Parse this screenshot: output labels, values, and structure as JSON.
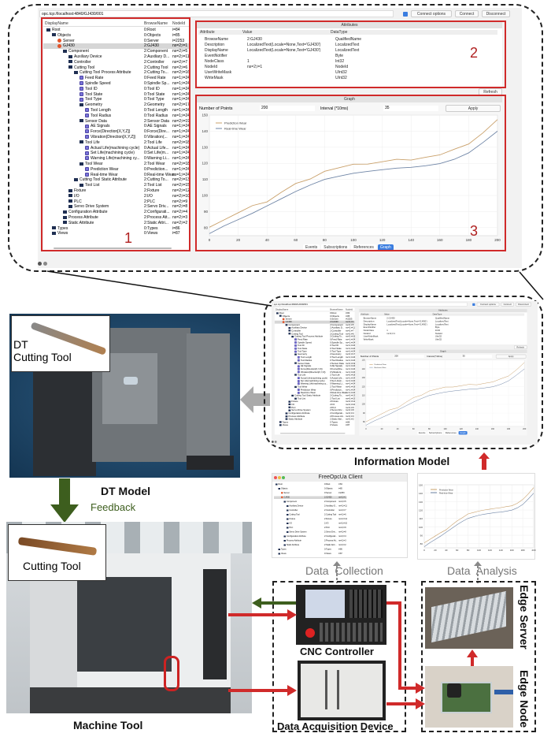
{
  "window": {
    "address": "opc.tcp://localhost:4840/GJ430/001",
    "connect_options": "Connect options",
    "connect": "Connect",
    "disconnect": "Disconnect",
    "title": "FreeOpcUa Client"
  },
  "tree": {
    "headers": [
      "DisplayName",
      "BrowseName",
      "NodeId"
    ],
    "rows": [
      {
        "l": 0,
        "n": "Root",
        "b": "0:Root",
        "id": "i=84",
        "t": "folder"
      },
      {
        "l": 1,
        "n": "Objects",
        "b": "0:Objects",
        "id": "i=85",
        "t": "folder"
      },
      {
        "l": 2,
        "n": "Server",
        "b": "0:Server",
        "id": "i=2253",
        "t": "object"
      },
      {
        "l": 2,
        "n": "GJ430",
        "b": "2:GJ430",
        "id": "ns=2;i=1",
        "t": "object",
        "sel": true
      },
      {
        "l": 3,
        "n": "Component",
        "b": "2:Component",
        "id": "ns=2;i=5",
        "t": "folder"
      },
      {
        "l": 4,
        "n": "Auxiliary Device",
        "b": "2:Auxiliary D...",
        "id": "ns=2;i=11",
        "t": "folder"
      },
      {
        "l": 4,
        "n": "Controller",
        "b": "2:Controller",
        "id": "ns=2;i=7",
        "t": "folder"
      },
      {
        "l": 4,
        "n": "Cutting Tool",
        "b": "2:Cutting Tool",
        "id": "ns=2;i=6",
        "t": "folder"
      },
      {
        "l": 5,
        "n": "Cutting Tool Process Attribute",
        "b": "2:Cutting To...",
        "id": "ns=2;i=16",
        "t": "folder"
      },
      {
        "l": 6,
        "n": "Feed Rate",
        "b": "0:Feed Rate",
        "id": "ns=1;i=24",
        "t": "var"
      },
      {
        "l": 6,
        "n": "Spindle Speed",
        "b": "0:Spindle Sp...",
        "id": "ns=1;i=24",
        "t": "var"
      },
      {
        "l": 6,
        "n": "Tool ID",
        "b": "0:Tool ID",
        "id": "ns=1;i=24",
        "t": "var"
      },
      {
        "l": 6,
        "n": "Tool State",
        "b": "0:Tool State",
        "id": "ns=1;i=24",
        "t": "var"
      },
      {
        "l": 6,
        "n": "Tool Type",
        "b": "0:Tool Type",
        "id": "ns=1;i=24",
        "t": "var"
      },
      {
        "l": 6,
        "n": "Geometry",
        "b": "2:Geometry",
        "id": "ns=2;i=17",
        "t": "folder"
      },
      {
        "l": 7,
        "n": "Tool Length",
        "b": "0:Tool Length",
        "id": "ns=1;i=24",
        "t": "var"
      },
      {
        "l": 7,
        "n": "Tool Radius",
        "b": "0:Tool Radius",
        "id": "ns=1;i=24",
        "t": "var"
      },
      {
        "l": 6,
        "n": "Sensor Data",
        "b": "2:Sensor Data",
        "id": "ns=2;i=19",
        "t": "folder"
      },
      {
        "l": 7,
        "n": "AE Signals",
        "b": "0:AE Signals",
        "id": "ns=1;i=24",
        "t": "var"
      },
      {
        "l": 7,
        "n": "Force(Direction[X,Y,Z])",
        "b": "0:Force(Dire...",
        "id": "ns=1;i=24",
        "t": "var"
      },
      {
        "l": 7,
        "n": "Vibration(Direction[X,Y,Z])",
        "b": "0:Vibration(...",
        "id": "ns=1;i=24",
        "t": "var"
      },
      {
        "l": 6,
        "n": "Tool Life",
        "b": "2:Tool Life",
        "id": "ns=2;i=18",
        "t": "folder"
      },
      {
        "l": 7,
        "n": "Actual Life(machining cycle)",
        "b": "0:Actual Life...",
        "id": "ns=1;i=24",
        "t": "var"
      },
      {
        "l": 7,
        "n": "Set Life(machining cycle)",
        "b": "0:Set Life(m...",
        "id": "ns=1;i=24",
        "t": "var"
      },
      {
        "l": 7,
        "n": "Warning Life(machining cy...",
        "b": "0:Warning Li...",
        "id": "ns=1;i=24",
        "t": "var"
      },
      {
        "l": 6,
        "n": "Tool Wear",
        "b": "2:Tool Wear",
        "id": "ns=2;i=18",
        "t": "folder"
      },
      {
        "l": 7,
        "n": "Prediction Wear",
        "b": "0:Prediction...",
        "id": "ns=1;i=24",
        "t": "var"
      },
      {
        "l": 7,
        "n": "Real-time Wear",
        "b": "0:Real-time Wear",
        "id": "ns=1;i=24",
        "t": "var"
      },
      {
        "l": 5,
        "n": "Cutting Tool Static Attribute",
        "b": "2:Cutting To...",
        "id": "ns=2;i=13",
        "t": "folder"
      },
      {
        "l": 6,
        "n": "Tool List",
        "b": "2:Tool List",
        "id": "ns=2;i=15",
        "t": "folder"
      },
      {
        "l": 4,
        "n": "Fixture",
        "b": "2:Fixture",
        "id": "ns=2;i=12",
        "t": "folder"
      },
      {
        "l": 4,
        "n": "I/O",
        "b": "2:I/O",
        "id": "ns=2;i=10",
        "t": "folder"
      },
      {
        "l": 4,
        "n": "PLC",
        "b": "2:PLC",
        "id": "ns=2;i=9",
        "t": "folder"
      },
      {
        "l": 4,
        "n": "Servo Drive System",
        "b": "2:Servo Driv...",
        "id": "ns=2;i=8",
        "t": "folder"
      },
      {
        "l": 3,
        "n": "Configuration Attribute",
        "b": "2:Configurati...",
        "id": "ns=2;i=4",
        "t": "folder"
      },
      {
        "l": 3,
        "n": "Process Attribute",
        "b": "2:Process Att...",
        "id": "ns=2;i=3",
        "t": "folder"
      },
      {
        "l": 3,
        "n": "Static Attribute",
        "b": "2:Static Attri...",
        "id": "ns=2;i=2",
        "t": "folder"
      },
      {
        "l": 1,
        "n": "Types",
        "b": "0:Types",
        "id": "i=86",
        "t": "folder"
      },
      {
        "l": 1,
        "n": "Views",
        "b": "0:Views",
        "id": "i=87",
        "t": "folder"
      }
    ]
  },
  "attributes": {
    "title": "Attributes",
    "headers": [
      "Attribute",
      "Value",
      "DataType"
    ],
    "rows": [
      [
        "BrowseName",
        "2:GJ430",
        "QualifiedName"
      ],
      [
        "Description",
        "LocalizedText(Locale=None,Text='GJ430')",
        "LocalizedText"
      ],
      [
        "DisplayName",
        "LocalizedText(Locale=None,Text='GJ430')",
        "LocalizedText"
      ],
      [
        "EventNotifier",
        "",
        "Byte"
      ],
      [
        "NodeClass",
        "1",
        "Int32"
      ],
      [
        "NodeId",
        "ns=2;i=1",
        "NodeId"
      ],
      [
        "UserWriteMask",
        "",
        "UInt32"
      ],
      [
        "WriteMask",
        "",
        "UInt32"
      ]
    ],
    "refresh": "Refresh"
  },
  "graph": {
    "title": "Graph",
    "points_label": "Number of Points",
    "points_value": "200",
    "interval_label": "Interval (*10ms)",
    "interval_value": "35",
    "apply": "Apply",
    "tabs": [
      "Events",
      "Subscriptions",
      "References",
      "Graph"
    ],
    "active_tab": "Graph"
  },
  "chart_data": {
    "type": "line",
    "title": "",
    "xlabel": "",
    "ylabel": "",
    "xlim": [
      0,
      200
    ],
    "ylim": [
      75,
      150
    ],
    "x": [
      0,
      10,
      20,
      30,
      40,
      50,
      60,
      70,
      80,
      90,
      100,
      110,
      120,
      130,
      140,
      150,
      160,
      170,
      180,
      190,
      200
    ],
    "xticks": [
      0,
      20,
      40,
      60,
      80,
      100,
      120,
      140,
      160,
      180,
      200
    ],
    "yticks": [
      80,
      90,
      100,
      110,
      120,
      130,
      140,
      150
    ],
    "legend": "top-left",
    "grid": true,
    "series": [
      {
        "name": "Prediction Wear",
        "color": "#c9a06a",
        "values": [
          81,
          85,
          89,
          93,
          96.5,
          102,
          107,
          111,
          115.3,
          117,
          118.7,
          120,
          121,
          122,
          122.8,
          124,
          125,
          128,
          132.5,
          139,
          146.7
        ]
      },
      {
        "name": "Real-time Wear",
        "color": "#6f85a6",
        "values": [
          76.3,
          81,
          85,
          89,
          93.5,
          98,
          102.5,
          106.5,
          110,
          112,
          113.8,
          115,
          116,
          117,
          117.5,
          118.5,
          119.8,
          122.5,
          126.5,
          133,
          140
        ]
      }
    ]
  },
  "markers": [
    "1",
    "2",
    "3"
  ],
  "labels": {
    "dt_cutting_tool": "DT\nCutting Tool",
    "dt_model": "DT Model",
    "feedback": "Feedback",
    "cutting_tool": "Cutting Tool",
    "machine_tool": "Machine Tool",
    "information_model": "Information Model",
    "data_collection": "Data  Collection",
    "data_analysis": "Data  Analysis",
    "cnc_controller": "CNC Controller",
    "daq": "Data Acquisition Device",
    "edge_server": "Edge Server",
    "edge_node": "Edge Node"
  },
  "colors": {
    "red": "#d02a2a",
    "green": "#3d5e1e",
    "gray_arrow": "#aaaaaa"
  }
}
